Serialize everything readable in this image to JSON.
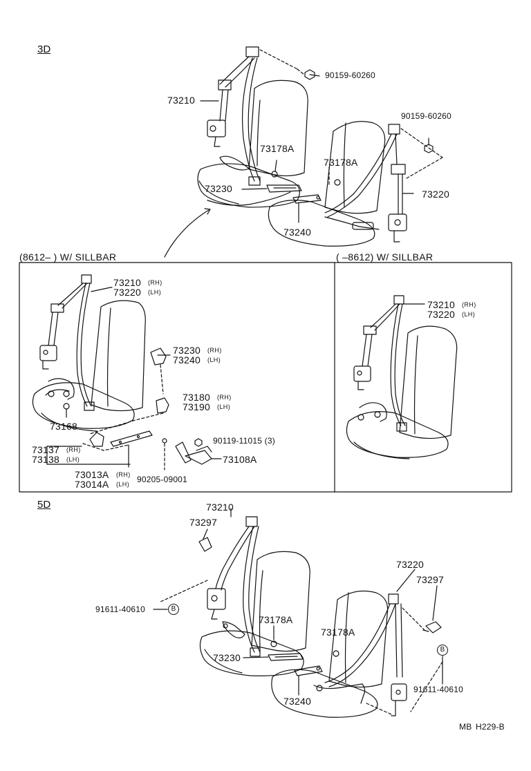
{
  "sections": {
    "three_door": "3D",
    "five_door": "5D"
  },
  "headers": {
    "left_box": "(8612–        ) W/ SILLBAR",
    "right_box": "(        –8612) W/ SILLBAR"
  },
  "parts_3d": {
    "bolt_top": "90159-60260",
    "belt_rh": "73210",
    "bolt_right": "90159-60260",
    "anchor_a_left": "73178A",
    "anchor_a_right": "73178A",
    "belt_lh": "73220",
    "buckle_rh": "73230",
    "buckle_lh": "73240"
  },
  "parts_left_box": {
    "belt_rh": "73210",
    "belt_rh_side": "(RH)",
    "belt_lh": "73220",
    "belt_lh_side": "(LH)",
    "buckle_rh": "73230",
    "buckle_rh_side": "(RH)",
    "buckle_lh": "73240",
    "buckle_lh_side": "(LH)",
    "cover_rh": "73180",
    "cover_rh_side": "(RH)",
    "cover_lh": "73190",
    "cover_lh_side": "(LH)",
    "nut": "73168",
    "bracket_rh": "73137",
    "bracket_rh_side": "(RH)",
    "bracket_lh": "73138",
    "bracket_lh_side": "(LH)",
    "bolt": "90119-11015 (3)",
    "plate": "73108A",
    "sillbar_rh": "73013A",
    "sillbar_rh_side": "(RH)",
    "sillbar_lh": "73014A",
    "sillbar_lh_side": "(LH)",
    "screw": "90205-09001"
  },
  "parts_right_box": {
    "belt_rh": "73210",
    "belt_rh_side": "(RH)",
    "belt_lh": "73220",
    "belt_lh_side": "(LH)"
  },
  "parts_5d": {
    "belt_rh": "73210",
    "cover_left": "73297",
    "bolt_left": "91611-40610",
    "anchor_a_left": "73178A",
    "buckle_rh": "73230",
    "anchor_a_right": "73178A",
    "belt_lh": "73220",
    "cover_right": "73297",
    "bolt_right": "91611-40610",
    "buckle_lh": "73240",
    "ref_b_left": "B",
    "ref_b_right": "B"
  },
  "footer": {
    "code_prefix": "MB",
    "code": "H229-B"
  }
}
